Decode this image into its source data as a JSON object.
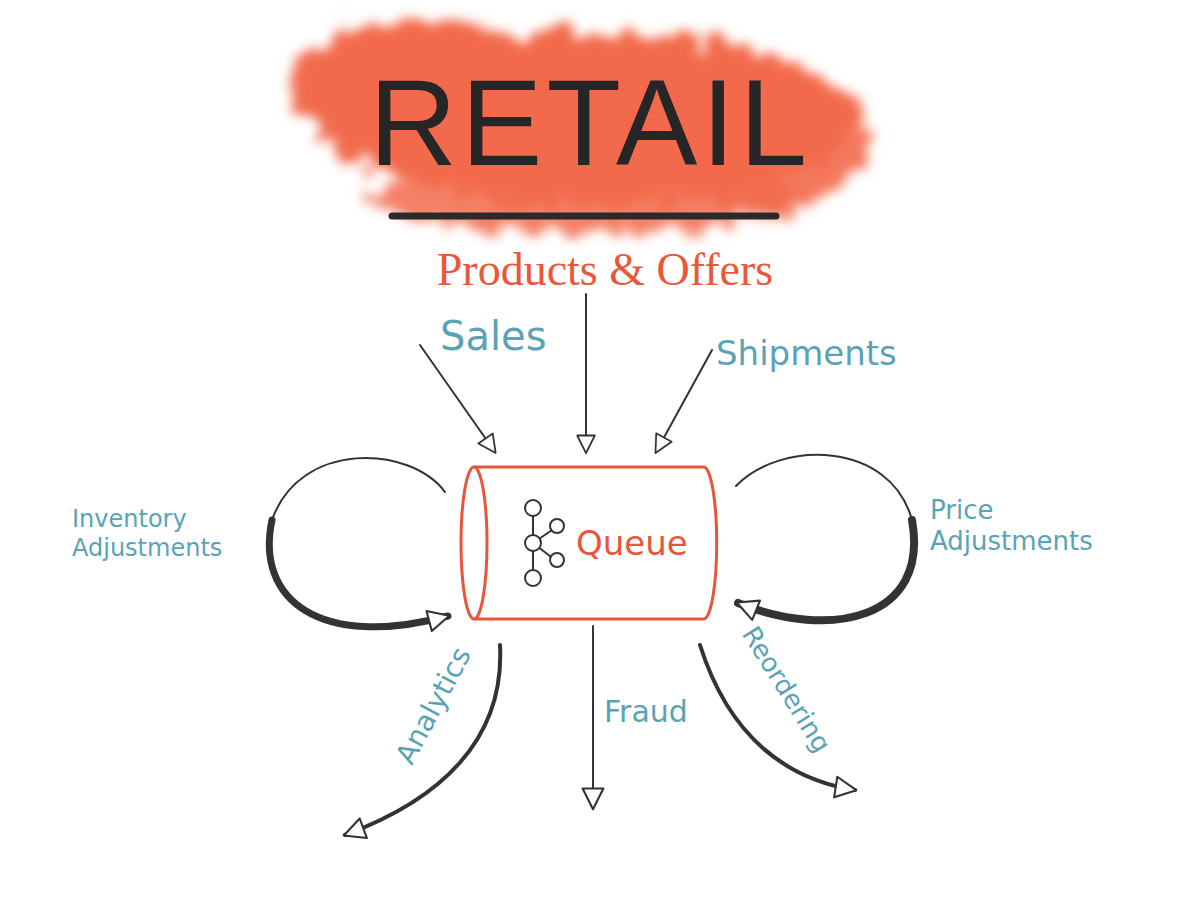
{
  "diagram": {
    "title": "RETAIL",
    "nodes": [
      {
        "text": [
          "Queue"
        ]
      }
    ],
    "labels": [
      "Products & Offers",
      "Sales",
      "Shipments",
      "Inventory Adjustments",
      "Price Adjustments",
      "Analytics",
      "Fraud",
      "Reordering"
    ]
  }
}
